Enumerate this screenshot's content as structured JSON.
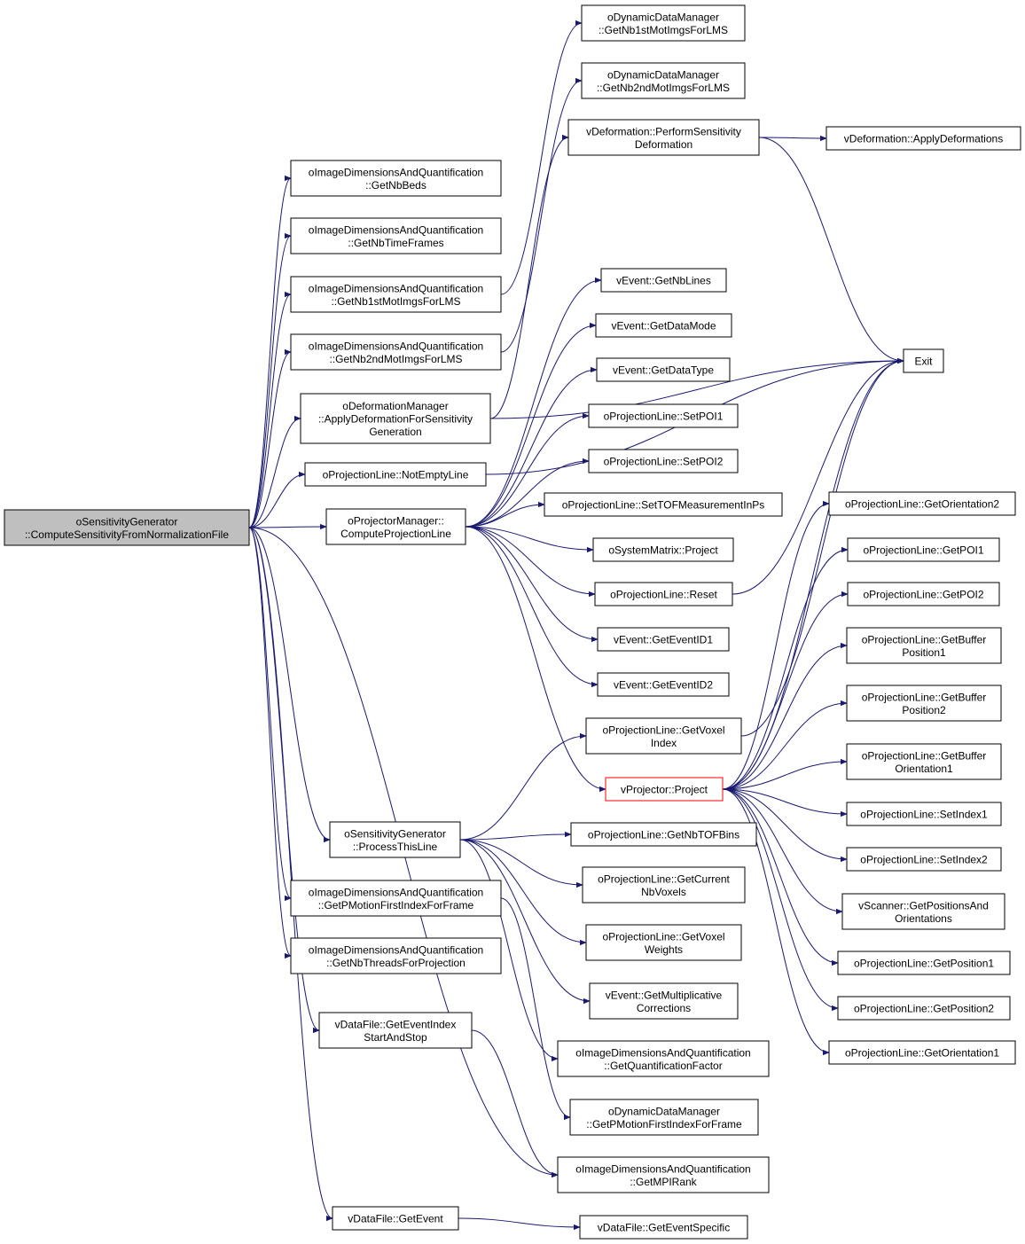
{
  "colors": {
    "edge": "#191970",
    "root_fill": "#bfbfbf",
    "truncated_border": "#ff0000"
  },
  "nodes": {
    "root": [
      "oSensitivityGenerator",
      "::ComputeSensitivityFromNormalizationFile"
    ],
    "n_getnbbeds": [
      "oImageDimensionsAndQuantification",
      "::GetNbBeds"
    ],
    "n_getnbtimeframes": [
      "oImageDimensionsAndQuantification",
      "::GetNbTimeFrames"
    ],
    "n_idq_nb1st": [
      "oImageDimensionsAndQuantification",
      "::GetNb1stMotImgsForLMS"
    ],
    "n_idq_nb2nd": [
      "oImageDimensionsAndQuantification",
      "::GetNb2ndMotImgsForLMS"
    ],
    "n_defmgr": [
      "oDeformationManager",
      "::ApplyDeformationForSensitivity",
      "Generation"
    ],
    "n_notempty": [
      "oProjectionLine::NotEmptyLine"
    ],
    "n_projmgr": [
      "oProjectorManager::",
      "ComputeProjectionLine"
    ],
    "n_processline": [
      "oSensitivityGenerator",
      "::ProcessThisLine"
    ],
    "n_pmotion_idq": [
      "oImageDimensionsAndQuantification",
      "::GetPMotionFirstIndexForFrame"
    ],
    "n_nbthreads": [
      "oImageDimensionsAndQuantification",
      "::GetNbThreadsForProjection"
    ],
    "n_eventindex": [
      "vDataFile::GetEventIndex",
      "StartAndStop"
    ],
    "n_getevent": [
      "vDataFile::GetEvent"
    ],
    "n_ddm_nb1st": [
      "oDynamicDataManager",
      "::GetNb1stMotImgsForLMS"
    ],
    "n_ddm_nb2nd": [
      "oDynamicDataManager",
      "::GetNb2ndMotImgsForLMS"
    ],
    "n_perfsens": [
      "vDeformation::PerformSensitivity",
      "Deformation"
    ],
    "n_getnblines": [
      "vEvent::GetNbLines"
    ],
    "n_getdatamode": [
      "vEvent::GetDataMode"
    ],
    "n_getdatatype": [
      "vEvent::GetDataType"
    ],
    "n_setpoi1": [
      "oProjectionLine::SetPOI1"
    ],
    "n_setpoi2": [
      "oProjectionLine::SetPOI2"
    ],
    "n_settof": [
      "oProjectionLine::SetTOFMeasurementInPs"
    ],
    "n_sysproject": [
      "oSystemMatrix::Project"
    ],
    "n_reset": [
      "oProjectionLine::Reset"
    ],
    "n_eventid1": [
      "vEvent::GetEventID1"
    ],
    "n_eventid2": [
      "vEvent::GetEventID2"
    ],
    "n_voxelindex": [
      "oProjectionLine::GetVoxel",
      "Index"
    ],
    "n_vproject": [
      "vProjector::Project"
    ],
    "n_nbtofbins": [
      "oProjectionLine::GetNbTOFBins"
    ],
    "n_curnbvox": [
      "oProjectionLine::GetCurrent",
      "NbVoxels"
    ],
    "n_voxweights": [
      "oProjectionLine::GetVoxel",
      "Weights"
    ],
    "n_multcorr": [
      "vEvent::GetMultiplicative",
      "Corrections"
    ],
    "n_quantfactor": [
      "oImageDimensionsAndQuantification",
      "::GetQuantificationFactor"
    ],
    "n_pmotion_ddm": [
      "oDynamicDataManager",
      "::GetPMotionFirstIndexForFrame"
    ],
    "n_mpirank": [
      "oImageDimensionsAndQuantification",
      "::GetMPIRank"
    ],
    "n_eventspecific": [
      "vDataFile::GetEventSpecific"
    ],
    "n_applydef": [
      "vDeformation::ApplyDeformations"
    ],
    "n_exit": [
      "Exit"
    ],
    "n_getorient2": [
      "oProjectionLine::GetOrientation2"
    ],
    "n_getpoi1": [
      "oProjectionLine::GetPOI1"
    ],
    "n_getpoi2": [
      "oProjectionLine::GetPOI2"
    ],
    "n_bufpos1": [
      "oProjectionLine::GetBuffer",
      "Position1"
    ],
    "n_bufpos2": [
      "oProjectionLine::GetBuffer",
      "Position2"
    ],
    "n_buforient1": [
      "oProjectionLine::GetBuffer",
      "Orientation1"
    ],
    "n_setindex1": [
      "oProjectionLine::SetIndex1"
    ],
    "n_setindex2": [
      "oProjectionLine::SetIndex2"
    ],
    "n_scanner": [
      "vScanner::GetPositionsAnd",
      "Orientations"
    ],
    "n_getpos1": [
      "oProjectionLine::GetPosition1"
    ],
    "n_getpos2": [
      "oProjectionLine::GetPosition2"
    ],
    "n_getorient1": [
      "oProjectionLine::GetOrientation1"
    ]
  },
  "edges": [
    [
      "root",
      "n_getnbbeds"
    ],
    [
      "root",
      "n_getnbtimeframes"
    ],
    [
      "root",
      "n_idq_nb1st"
    ],
    [
      "root",
      "n_idq_nb2nd"
    ],
    [
      "root",
      "n_defmgr"
    ],
    [
      "root",
      "n_notempty"
    ],
    [
      "root",
      "n_projmgr"
    ],
    [
      "root",
      "n_processline"
    ],
    [
      "root",
      "n_pmotion_idq"
    ],
    [
      "root",
      "n_nbthreads"
    ],
    [
      "root",
      "n_eventindex"
    ],
    [
      "root",
      "n_getevent"
    ],
    [
      "root",
      "n_mpirank"
    ],
    [
      "n_idq_nb1st",
      "n_ddm_nb1st"
    ],
    [
      "n_idq_nb2nd",
      "n_ddm_nb2nd"
    ],
    [
      "n_defmgr",
      "n_perfsens"
    ],
    [
      "n_defmgr",
      "n_exit"
    ],
    [
      "n_notempty",
      "n_exit"
    ],
    [
      "n_projmgr",
      "n_getnblines"
    ],
    [
      "n_projmgr",
      "n_getdatamode"
    ],
    [
      "n_projmgr",
      "n_getdatatype"
    ],
    [
      "n_projmgr",
      "n_setpoi1"
    ],
    [
      "n_projmgr",
      "n_setpoi2"
    ],
    [
      "n_projmgr",
      "n_settof"
    ],
    [
      "n_projmgr",
      "n_sysproject"
    ],
    [
      "n_projmgr",
      "n_reset"
    ],
    [
      "n_projmgr",
      "n_eventid1"
    ],
    [
      "n_projmgr",
      "n_eventid2"
    ],
    [
      "n_projmgr",
      "n_vproject"
    ],
    [
      "n_perfsens",
      "n_applydef"
    ],
    [
      "n_perfsens",
      "n_exit"
    ],
    [
      "n_reset",
      "n_exit"
    ],
    [
      "n_vproject",
      "n_exit"
    ],
    [
      "n_voxelindex",
      "n_exit"
    ],
    [
      "n_vproject",
      "n_getorient2"
    ],
    [
      "n_vproject",
      "n_getpoi1"
    ],
    [
      "n_vproject",
      "n_getpoi2"
    ],
    [
      "n_vproject",
      "n_bufpos1"
    ],
    [
      "n_vproject",
      "n_bufpos2"
    ],
    [
      "n_vproject",
      "n_buforient1"
    ],
    [
      "n_vproject",
      "n_setindex1"
    ],
    [
      "n_vproject",
      "n_setindex2"
    ],
    [
      "n_vproject",
      "n_scanner"
    ],
    [
      "n_vproject",
      "n_getpos1"
    ],
    [
      "n_vproject",
      "n_getpos2"
    ],
    [
      "n_vproject",
      "n_getorient1"
    ],
    [
      "n_processline",
      "n_voxelindex"
    ],
    [
      "n_processline",
      "n_nbtofbins"
    ],
    [
      "n_processline",
      "n_curnbvox"
    ],
    [
      "n_processline",
      "n_voxweights"
    ],
    [
      "n_processline",
      "n_multcorr"
    ],
    [
      "n_processline",
      "n_quantfactor"
    ],
    [
      "n_pmotion_idq",
      "n_pmotion_ddm"
    ],
    [
      "n_eventindex",
      "n_mpirank"
    ],
    [
      "n_getevent",
      "n_eventspecific"
    ]
  ]
}
